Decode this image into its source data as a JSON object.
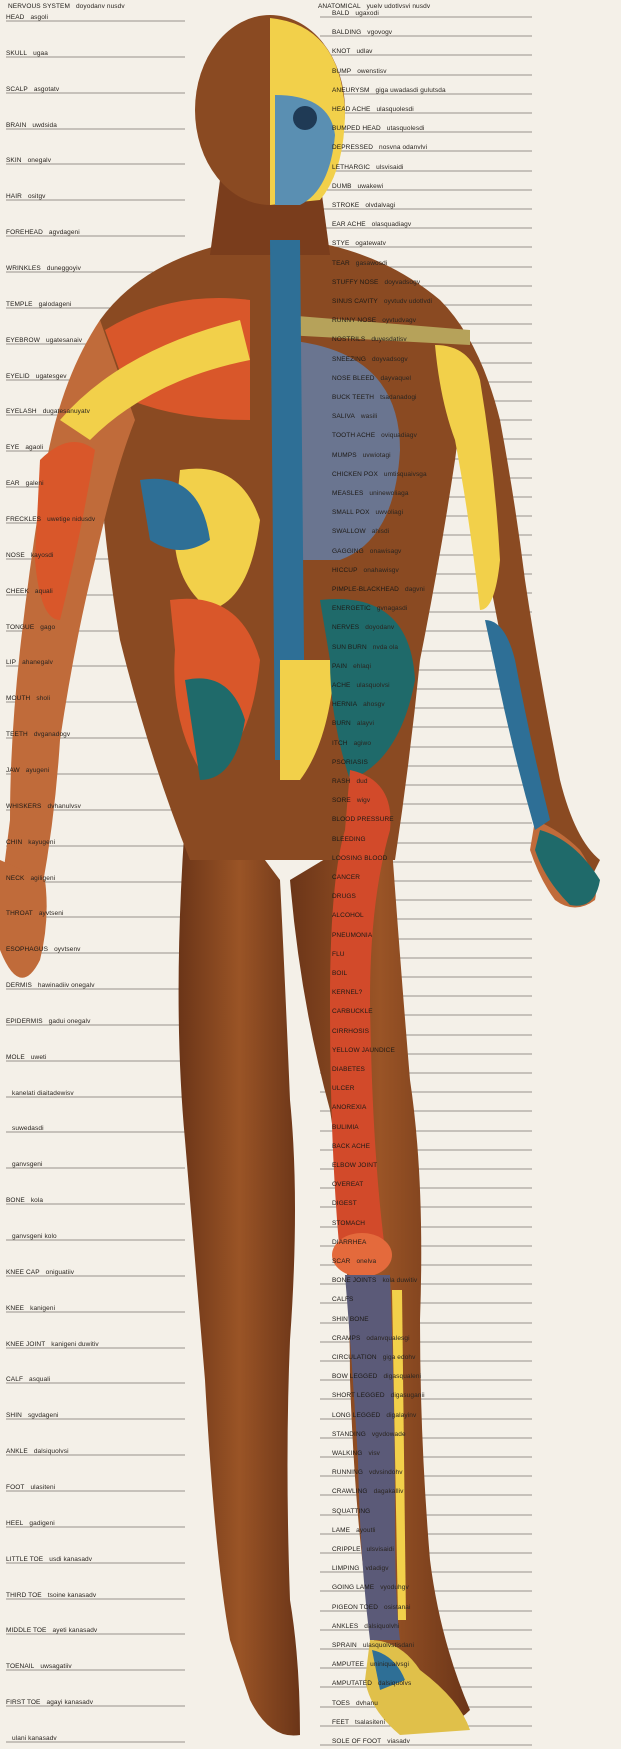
{
  "colors": {
    "background": "#f4f0e8",
    "skin": "#8a4a22",
    "skin_light": "#c06b3a",
    "muscle": "#d9572a",
    "bone_yellow": "#f2d04a",
    "bone_blue": "#2e6f96",
    "bone_red": "#d24a2a",
    "organ_teal": "#1f6a6a",
    "label_text": "#1d1a16"
  },
  "header": {
    "left": {
      "en": "NERVOUS SYSTEM",
      "tr": "doyodanv nusdv"
    },
    "right": {
      "en": "ANATOMICAL",
      "tr": "yuelv udotlvsvi nusdv"
    }
  },
  "labels_left": [
    {
      "en": "HEAD",
      "tr": "asgoli"
    },
    {
      "en": "SKULL",
      "tr": "ugaa"
    },
    {
      "en": "SCALP",
      "tr": "asgotatv"
    },
    {
      "en": "BRAIN",
      "tr": "uwdsida"
    },
    {
      "en": "SKIN",
      "tr": "onegalv"
    },
    {
      "en": "HAIR",
      "tr": "ositgv"
    },
    {
      "en": "FOREHEAD",
      "tr": "agvdageni"
    },
    {
      "en": "WRINKLES",
      "tr": "duneggoyiv"
    },
    {
      "en": "TEMPLE",
      "tr": "galodageni"
    },
    {
      "en": "EYEBROW",
      "tr": "ugatesanaiv"
    },
    {
      "en": "EYELID",
      "tr": "ugatesgev"
    },
    {
      "en": "EYELASH",
      "tr": "dugatesanuyatv"
    },
    {
      "en": "EYE",
      "tr": "agaoli"
    },
    {
      "en": "EAR",
      "tr": "galeni"
    },
    {
      "en": "FRECKLES",
      "tr": "uwetige nidusdv"
    },
    {
      "en": "NOSE",
      "tr": "kayosdi"
    },
    {
      "en": "CHEEK",
      "tr": "aquali"
    },
    {
      "en": "TONGUE",
      "tr": "gago"
    },
    {
      "en": "LIP",
      "tr": "ahanegalv"
    },
    {
      "en": "MOUTH",
      "tr": "sholi"
    },
    {
      "en": "TEETH",
      "tr": "dvganadogv"
    },
    {
      "en": "JAW",
      "tr": "ayugeni"
    },
    {
      "en": "WHISKERS",
      "tr": "dvhanulvsv"
    },
    {
      "en": "CHIN",
      "tr": "kayugeni"
    },
    {
      "en": "NECK",
      "tr": "agiligeni"
    },
    {
      "en": "THROAT",
      "tr": "ayvtseni"
    },
    {
      "en": "ESOPHAGUS",
      "tr": "oyvtsenv"
    },
    {
      "en": "DERMIS",
      "tr": "hawinadiiv onegalv"
    },
    {
      "en": "EPIDERMIS",
      "tr": "gadui onegalv"
    },
    {
      "en": "MOLE",
      "tr": "uweti"
    },
    {
      "en": "",
      "tr": "kanelati diaitadewisv"
    },
    {
      "en": "",
      "tr": "suwedasdi"
    },
    {
      "en": "",
      "tr": "ganvsgeni"
    },
    {
      "en": "BONE",
      "tr": "kola"
    },
    {
      "en": "",
      "tr": "ganvsgeni kolo"
    },
    {
      "en": "KNEE CAP",
      "tr": "oniguatiiv"
    },
    {
      "en": "KNEE",
      "tr": "kanigeni"
    },
    {
      "en": "KNEE JOINT",
      "tr": "kanigeni duwitiv"
    },
    {
      "en": "CALF",
      "tr": "asquali"
    },
    {
      "en": "SHIN",
      "tr": "sgvdageni"
    },
    {
      "en": "ANKLE",
      "tr": "dalsiquolvsi"
    },
    {
      "en": "FOOT",
      "tr": "ulasiteni"
    },
    {
      "en": "HEEL",
      "tr": "gadigeni"
    },
    {
      "en": "LITTLE TOE",
      "tr": "usdi kanasadv"
    },
    {
      "en": "THIRD TOE",
      "tr": "tsoine kanasadv"
    },
    {
      "en": "MIDDLE TOE",
      "tr": "ayeti kanasadv"
    },
    {
      "en": "TOENAIL",
      "tr": "uwsagatiiv"
    },
    {
      "en": "FIRST TOE",
      "tr": "agayi kanasadv"
    },
    {
      "en": "",
      "tr": "ulani kanasadv"
    }
  ],
  "labels_right": [
    {
      "en": "BALD",
      "tr": "ugaxodi"
    },
    {
      "en": "BALDING",
      "tr": "vgovogv"
    },
    {
      "en": "KNOT",
      "tr": "udlav"
    },
    {
      "en": "BUMP",
      "tr": "owenstisv"
    },
    {
      "en": "ANEURYSM",
      "tr": "giga uwadasdi gulutsda"
    },
    {
      "en": "HEAD ACHE",
      "tr": "ulasquolesdi"
    },
    {
      "en": "BUMPED HEAD",
      "tr": "utasquolesdi"
    },
    {
      "en": "DEPRESSED",
      "tr": "nosvna odanvlvi"
    },
    {
      "en": "LETHARGIC",
      "tr": "ulsvisaidi"
    },
    {
      "en": "DUMB",
      "tr": "uwakewi"
    },
    {
      "en": "STROKE",
      "tr": "olvdalvagi"
    },
    {
      "en": "EAR ACHE",
      "tr": "olasquadiagv"
    },
    {
      "en": "STYE",
      "tr": "ogatewatv"
    },
    {
      "en": "TEAR",
      "tr": "gasawosdi"
    },
    {
      "en": "STUFFY NOSE",
      "tr": "doyvadsogv"
    },
    {
      "en": "SINUS CAVITY",
      "tr": "oyvtudv udotlvdi"
    },
    {
      "en": "RUNNY NOSE",
      "tr": "oyvtudvagv"
    },
    {
      "en": "NOSTRILS",
      "tr": "duyesdatisv"
    },
    {
      "en": "SNEEZING",
      "tr": "doyvadsogv"
    },
    {
      "en": "NOSE BLEED",
      "tr": "dayvaquel"
    },
    {
      "en": "BUCK TEETH",
      "tr": "tsadanadogi"
    },
    {
      "en": "SALIVA",
      "tr": "wasili"
    },
    {
      "en": "TOOTH ACHE",
      "tr": "oviquadiagv"
    },
    {
      "en": "MUMPS",
      "tr": "uvwiotagi"
    },
    {
      "en": "CHICKEN POX",
      "tr": "umtisquaivsga"
    },
    {
      "en": "MEASLES",
      "tr": "uninewoliaga"
    },
    {
      "en": "SMALL POX",
      "tr": "uwvoliagi"
    },
    {
      "en": "SWALLOW",
      "tr": "ahisdi"
    },
    {
      "en": "GAGGING",
      "tr": "onawisagv"
    },
    {
      "en": "HICCUP",
      "tr": "onahawisgv"
    },
    {
      "en": "PIMPLE-BLACKHEAD",
      "tr": "dagvni"
    },
    {
      "en": "ENERGETIC",
      "tr": "gvnagasdi"
    },
    {
      "en": "NERVES",
      "tr": "doyodanv"
    },
    {
      "en": "SUN BURN",
      "tr": "nvda ola"
    },
    {
      "en": "PAIN",
      "tr": "ehlaqi"
    },
    {
      "en": "ACHE",
      "tr": "ulasquolvsi"
    },
    {
      "en": "HERNIA",
      "tr": "ahosgv"
    },
    {
      "en": "BURN",
      "tr": "alayvi"
    },
    {
      "en": "ITCH",
      "tr": "agiwo"
    },
    {
      "en": "PSORIASIS",
      "tr": ""
    },
    {
      "en": "RASH",
      "tr": "dud"
    },
    {
      "en": "SORE",
      "tr": "wigv"
    },
    {
      "en": "BLOOD PRESSURE",
      "tr": ""
    },
    {
      "en": "BLEEDING",
      "tr": ""
    },
    {
      "en": "LOOSING BLOOD",
      "tr": ""
    },
    {
      "en": "CANCER",
      "tr": ""
    },
    {
      "en": "DRUGS",
      "tr": ""
    },
    {
      "en": "ALCOHOL",
      "tr": ""
    },
    {
      "en": "PNEUMONIA",
      "tr": ""
    },
    {
      "en": "FLU",
      "tr": ""
    },
    {
      "en": "BOIL",
      "tr": ""
    },
    {
      "en": "KERNEL?",
      "tr": ""
    },
    {
      "en": "CARBUCKLE",
      "tr": ""
    },
    {
      "en": "CIRRHOSIS",
      "tr": ""
    },
    {
      "en": "YELLOW JAUNDICE",
      "tr": ""
    },
    {
      "en": "DIABETES",
      "tr": ""
    },
    {
      "en": "ULCER",
      "tr": ""
    },
    {
      "en": "ANOREXIA",
      "tr": ""
    },
    {
      "en": "BULIMIA",
      "tr": ""
    },
    {
      "en": "BACK ACHE",
      "tr": ""
    },
    {
      "en": "ELBOW JOINT",
      "tr": ""
    },
    {
      "en": "OVEREAT",
      "tr": ""
    },
    {
      "en": "DIGEST",
      "tr": ""
    },
    {
      "en": "STOMACH",
      "tr": ""
    },
    {
      "en": "DIARRHEA",
      "tr": ""
    },
    {
      "en": "SCAR",
      "tr": "onelva"
    },
    {
      "en": "BONE JOINTS",
      "tr": "kola duwitiv"
    },
    {
      "en": "CALFS",
      "tr": ""
    },
    {
      "en": "SHIN BONE",
      "tr": ""
    },
    {
      "en": "CRAMPS",
      "tr": "odanvqualesgi"
    },
    {
      "en": "CIRCULATION",
      "tr": "giga edohv"
    },
    {
      "en": "BOW LEGGED",
      "tr": "digasqualeni"
    },
    {
      "en": "SHORT LEGGED",
      "tr": "digasuganii"
    },
    {
      "en": "LONG LEGGED",
      "tr": "digalayinv"
    },
    {
      "en": "STANDING",
      "tr": "vgvdowade"
    },
    {
      "en": "WALKING",
      "tr": "visv"
    },
    {
      "en": "RUNNING",
      "tr": "vdvsindohv"
    },
    {
      "en": "CRAWLING",
      "tr": "dagakalliv"
    },
    {
      "en": "SQUATTING",
      "tr": ""
    },
    {
      "en": "LAME",
      "tr": "ayoutli"
    },
    {
      "en": "CRIPPLE",
      "tr": "ulsvisaidi"
    },
    {
      "en": "LIMPING",
      "tr": "vdadigv"
    },
    {
      "en": "GOING LAME",
      "tr": "vyoduhgv"
    },
    {
      "en": "PIGEON TOED",
      "tr": "osistanai"
    },
    {
      "en": "ANKLES",
      "tr": "dalsiquolvhi"
    },
    {
      "en": "SPRAIN",
      "tr": "ulasquolvstisdani"
    },
    {
      "en": "AMPUTEE",
      "tr": "uniniqualvsgi"
    },
    {
      "en": "AMPUTATED",
      "tr": "dalsiquolvs"
    },
    {
      "en": "TOES",
      "tr": "dvhanu"
    },
    {
      "en": "FEET",
      "tr": "tsalasiteni"
    },
    {
      "en": "SOLE OF FOOT",
      "tr": "viasadv"
    }
  ]
}
